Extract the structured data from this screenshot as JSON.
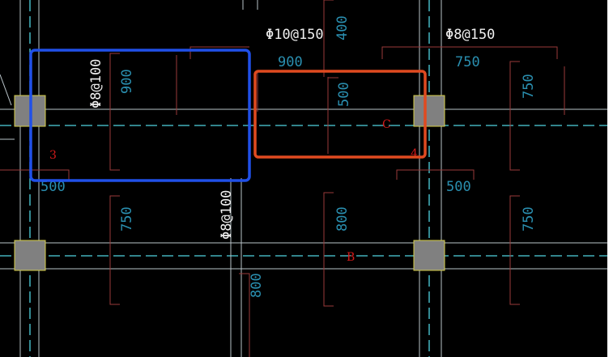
{
  "drawing": {
    "rebar_labels": {
      "top_mid": "Φ10@150",
      "top_right": "Φ8@150",
      "left_vertical": "Φ8@100",
      "center_vertical": "Φ8@100"
    },
    "dimensions": {
      "d_top_400": "400",
      "d_900_left": "900",
      "d_900_mid": "900",
      "d_750_top": "750",
      "d_500_mid": "500",
      "d_750_right": "750",
      "d_500_left": "500",
      "d_500_right": "500",
      "d_750_left_low": "750",
      "d_800_mid_low": "800",
      "d_750_right_low": "750",
      "d_800_bottom": "800"
    },
    "markers": {
      "m3": "3",
      "m4": "4",
      "mC": "C",
      "mB": "B"
    },
    "colors": {
      "background": "#000000",
      "axis": "#4fd3e0",
      "column": "#808080",
      "blue_box": "#2050e8",
      "orange_box": "#e04a20",
      "dim_text": "#2a8fb0",
      "leader": "#9a3a3a"
    }
  }
}
